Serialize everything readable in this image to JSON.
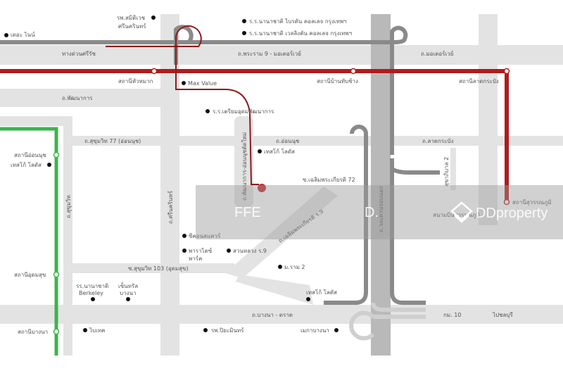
{
  "colors": {
    "road": "#e3e3e3",
    "ring_road": "#b9b9b9",
    "expressway": "#8a8a8a",
    "red_line": "#b01c1c",
    "green_line": "#3cb44b",
    "route": "#8b1a1a"
  },
  "roads": {
    "sirat_expressway": "ทางด่วนศรีรัช",
    "rama9_motorway": "ถ.พระราม 9 - มอเตอร์เวย์",
    "motorway": "ถ.มอเตอร์เวย์",
    "phatthanakan": "ถ.พัฒนาการ",
    "sukhumvit77": "ถ.สุขุมวิท 77 (อ่อนนุช)",
    "on_nut": "ถ.อ่อนนุช",
    "lat_krabang": "ถ.ลาดกระบัง",
    "phatthanakan_on_nut_new": "ถ.พัฒนาการ-อ่อนนุชตัดใหม่",
    "chaloem_72": "ซ.เฉลิมพระเกียรติ 72",
    "outer_ring": "ถ.วงแหวนรอบนอก",
    "sukhaphiban2": "สุขาภิบาล 2",
    "sukhumvit": "ถ.สุขุมวิท",
    "srinakarin": "ถ.ศรีนครินทร์",
    "chaloem_r9": "ถ.เฉลิมพระเกียรติ ร.9",
    "sukhumvit103": "ซ.สุขุมวิท 103 (อุดมสุข)",
    "bangna_trad": "ถ.บางนา - ตราด",
    "km10": "กม. 10",
    "to_chonburi": "ไปชลบุรี"
  },
  "stations": {
    "hua_mak": "สถานีหัวหมาก",
    "ban_thap_chang": "สถานีบ้านทับช้าง",
    "lat_krabang": "สถานีลาดกระบัง",
    "suvarnabhumi": "สถานีสุวรรณภูมิ",
    "on_nut": "สถานีอ่อนนุช",
    "udom_suk": "สถานีอุดมสุข",
    "bang_na": "สถานีบางนา"
  },
  "places": {
    "samitivej_1": "รพ.สมิติเวช",
    "samitivej_2": "ศรีนครินทร์",
    "brighton": "ร.ร.นานาชาติ ไบรตัน คอลเลจ กรุงเทพฯ",
    "wellington": "ร.ร.นานาชาติ เวลลิงตัน คอลเลจ กรุงเทพฯ",
    "the_nine": "เดอะ ไนน์",
    "max_value": "Max Value",
    "triam_udom": "ร.ร.เตรียมอุดมพัฒนาการ",
    "tesco_on_nut_road": "เทสโก้ โลตัส",
    "tesco_on_nut": "เทสโก้ โลตัส",
    "airport": "สนามบินสุวรรณภูมิ",
    "seacon": "ซีคอนสแควร์",
    "paradise_1": "พาราไดซ์",
    "paradise_2": "พาร์ค",
    "suan_luang": "สวนหลวง ร.9",
    "ram2": "ม.ราม 2",
    "berkeley_1": "รร.นานาชาติ",
    "berkeley_2": "Berkeley",
    "central_1": "เซ็นทรัล",
    "central_2": "บางนา",
    "tesco_bangna": "เทสโก้ โลตัส",
    "bitec": "ไบเทค",
    "piyamin": "รพ.ปิยะมินทร์",
    "mega_bangna": "เมกาบางนา"
  },
  "watermark": {
    "brand": "DDproperty",
    "faded_text": "FFE",
    "faded_text_2": "D."
  }
}
